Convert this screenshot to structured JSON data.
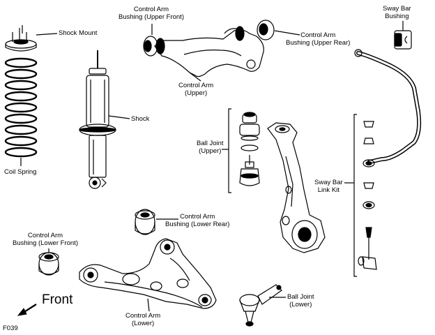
{
  "figure_code": "F039",
  "front_label": "Front",
  "labels": {
    "shock_mount": "Shock Mount",
    "coil_spring": "Coil Spring",
    "shock": "Shock",
    "ca_bushing_upper_front": "Control Arm\nBushing (Upper Front)",
    "ca_bushing_upper_rear": "Control Arm\nBushing (Upper Rear)",
    "control_arm_upper": "Control Arm\n(Upper)",
    "sway_bar_bushing": "Sway Bar\nBushing",
    "ball_joint_upper": "Ball Joint\n(Upper)",
    "sway_bar_link_kit": "Sway Bar\nLink Kit",
    "ca_bushing_lower_rear": "Control Arm\nBushing (Lower Rear)",
    "ca_bushing_lower_front": "Control Arm\nBushing (Lower Front)",
    "control_arm_lower": "Control Arm\n(Lower)",
    "ball_joint_lower": "Ball Joint\n(Lower)"
  }
}
